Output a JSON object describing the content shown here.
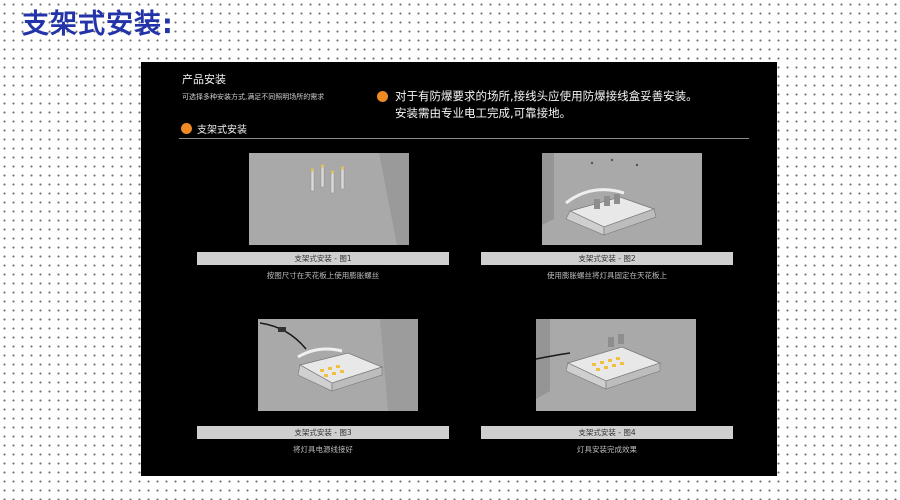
{
  "title": "支架式安装:",
  "panel": {
    "section_title": "产品安装",
    "section_subtitle": "可选择多种安装方式,满足不同照明场所的需求",
    "note_line1": "对于有防爆要求的场所,接线头应使用防爆接线盒妥善安装。",
    "note_line2": "安装需由专业电工完成,可靠接地。",
    "subsection_title": "支架式安装",
    "steps": [
      {
        "label": "支架式安装 - 图1",
        "caption": "按图尺寸在天花板上使用膨胀螺丝"
      },
      {
        "label": "支架式安装 - 图2",
        "caption": "使用膨胀螺丝将灯具固定在天花板上"
      },
      {
        "label": "支架式安装 - 图3",
        "caption": "将灯具电源线接好"
      },
      {
        "label": "支架式安装 - 图4",
        "caption": "灯具安装完成效果"
      }
    ]
  },
  "colors": {
    "title": "#2333a8",
    "accent": "#f08a24",
    "panel_bg": "#000000",
    "caption_bar": "#cfcfcf"
  }
}
